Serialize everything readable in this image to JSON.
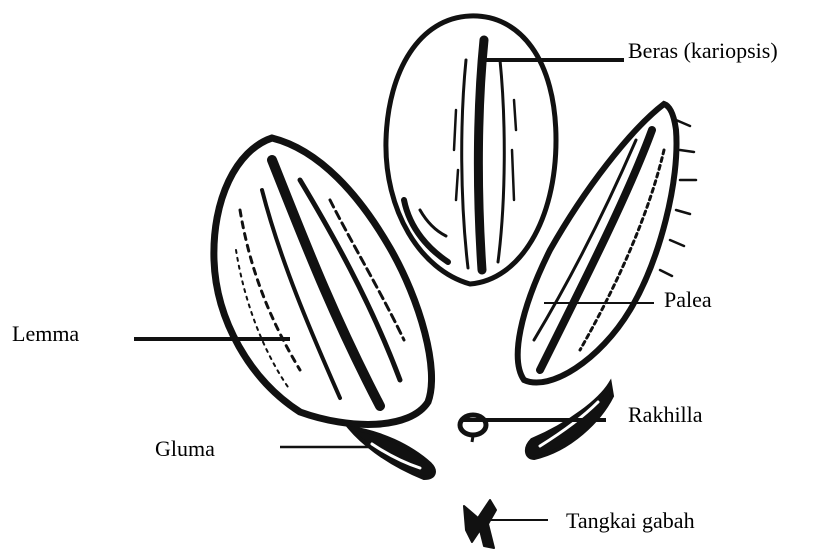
{
  "diagram": {
    "labels": {
      "beras": "Beras (kariopsis)",
      "palea": "Palea",
      "lemma": "Lemma",
      "rakhilla": "Rakhilla",
      "gluma": "Gluma",
      "tangkai": "Tangkai gabah"
    },
    "colors": {
      "ink": "#111111",
      "background": "#ffffff"
    }
  }
}
